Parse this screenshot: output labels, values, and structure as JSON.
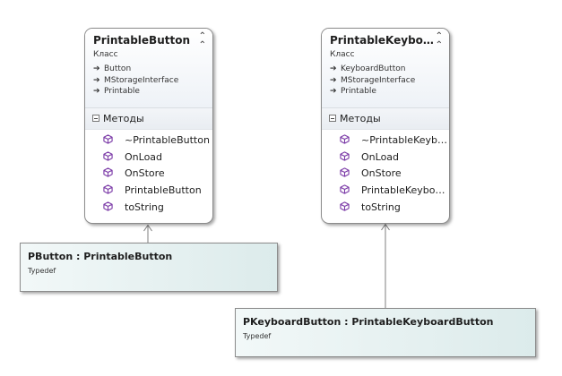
{
  "classes": [
    {
      "name": "PrintableButton",
      "kind": "Класс",
      "bases": [
        "Button",
        "MStorageInterface",
        "Printable"
      ],
      "section": "Методы",
      "members": [
        "~PrintableButton",
        "OnLoad",
        "OnStore",
        "PrintableButton",
        "toString"
      ]
    },
    {
      "name": "PrintableKeybo…",
      "kind": "Класс",
      "bases": [
        "KeyboardButton",
        "MStorageInterface",
        "Printable"
      ],
      "section": "Методы",
      "members": [
        "~PrintableKeyb…",
        "OnLoad",
        "OnStore",
        "PrintableKeybo…",
        "toString"
      ]
    }
  ],
  "typedefs": [
    {
      "name": "PButton : PrintableButton",
      "kind": "Typedef"
    },
    {
      "name": "PKeyboardButton : PrintableKeyboardButton",
      "kind": "Typedef"
    }
  ],
  "icons": {
    "collapse": "double-chevron-up-icon",
    "base_arrow": "inheritance-arrow-icon",
    "method": "method-cube-icon",
    "method_color": "#7b3aa7"
  }
}
